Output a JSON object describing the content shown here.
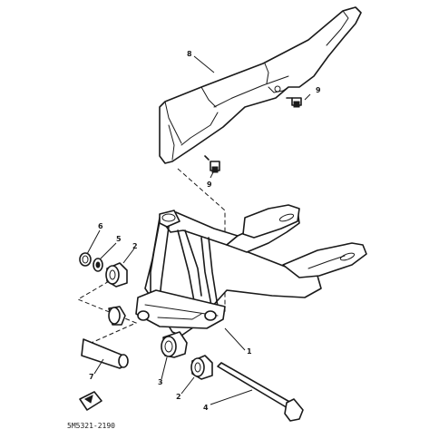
{
  "diagram": {
    "part_code": "5M5321-2190",
    "callouts": {
      "chain_case": "8",
      "bolt_top": "9",
      "bolt_mid": "9",
      "swingarm": "1",
      "bushing_upper": "2",
      "bushing_lower": "2",
      "bearing": "3",
      "pivot_shaft": "4",
      "washer": "5",
      "cap": "6",
      "spacer": "7"
    }
  }
}
